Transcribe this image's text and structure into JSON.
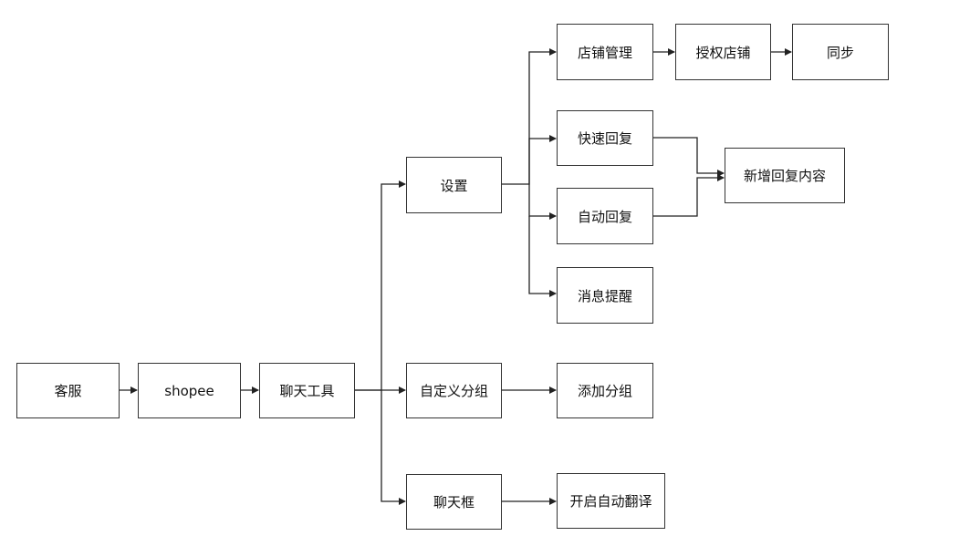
{
  "nodes": {
    "kefu": "客服",
    "shopee": "shopee",
    "chat_tool": "聊天工具",
    "settings": "设置",
    "custom_group": "自定义分组",
    "chat_box": "聊天框",
    "store_mgmt": "店铺管理",
    "quick_reply": "快速回复",
    "auto_reply": "自动回复",
    "msg_reminder": "消息提醒",
    "authorize_store": "授权店铺",
    "sync": "同步",
    "add_reply_content": "新增回复内容",
    "add_group": "添加分组",
    "auto_translate": "开启自动翻译"
  },
  "colors": {
    "line": "#222222",
    "border": "#333333",
    "text": "#111111",
    "background": "#ffffff"
  }
}
